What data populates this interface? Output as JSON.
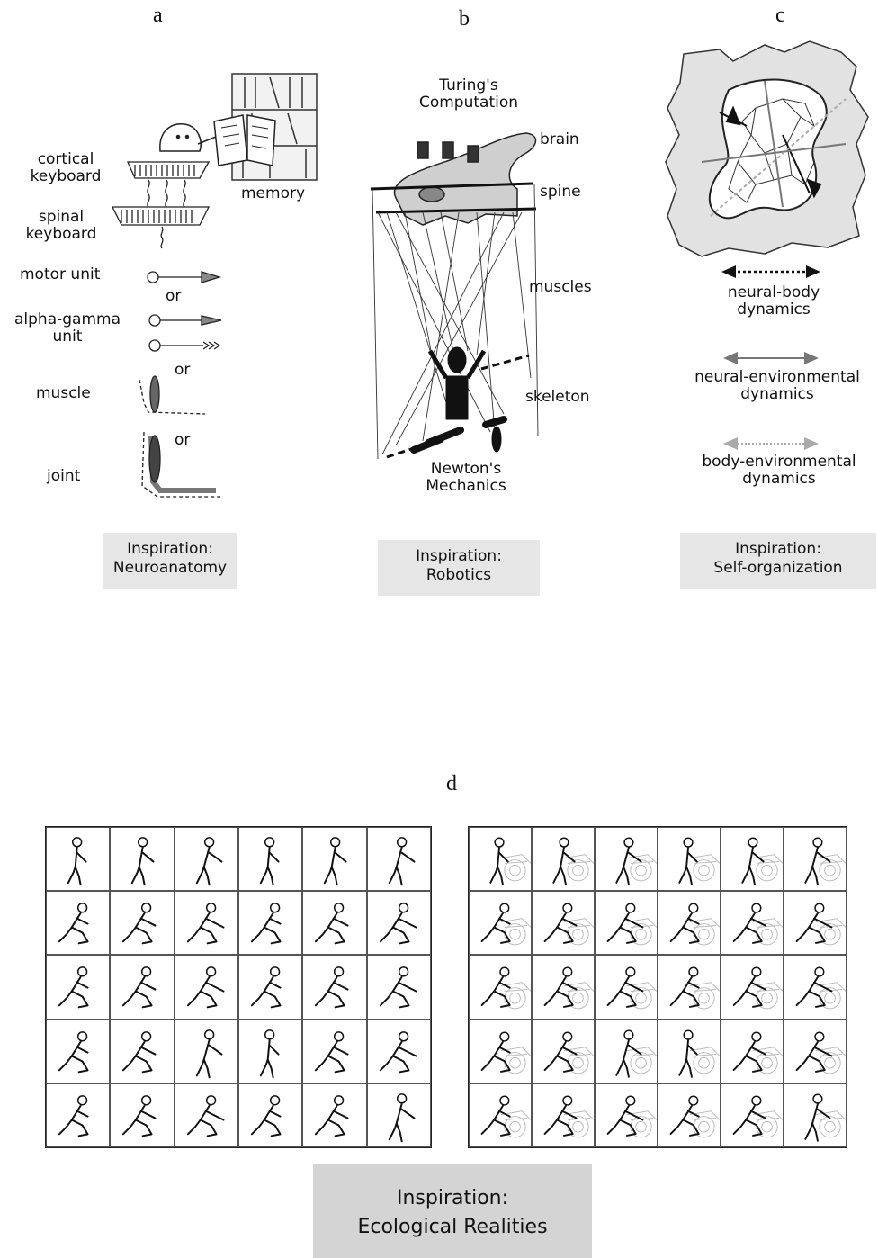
{
  "panels": {
    "a": {
      "letter": "a",
      "labels": {
        "cortical_keyboard": "cortical\nkeyboard",
        "spinal_keyboard": "spinal\nkeyboard",
        "memory": "memory",
        "motor_unit": "motor unit",
        "alpha_gamma_unit": "alpha-gamma\nunit",
        "muscle": "muscle",
        "joint": "joint",
        "or": "or"
      },
      "caption": "Inspiration:\nNeuroanatomy"
    },
    "b": {
      "letter": "b",
      "labels": {
        "turing": "Turing's\nComputation",
        "brain": "brain",
        "spine": "spine",
        "muscles": "muscles",
        "skeleton": "skeleton",
        "newton": "Newton's\nMechanics"
      },
      "caption": "Inspiration:\nRobotics"
    },
    "c": {
      "letter": "c",
      "legend": {
        "neural_body": "neural-body\ndynamics",
        "neural_environmental": "neural-environmental\ndynamics",
        "body_environmental": "body-environmental\ndynamics"
      },
      "caption": "Inspiration:\nSelf-organization"
    },
    "d": {
      "letter": "d",
      "grid_rows": 5,
      "grid_cols": 6,
      "caption": "Inspiration:\nEcological Realities"
    }
  }
}
